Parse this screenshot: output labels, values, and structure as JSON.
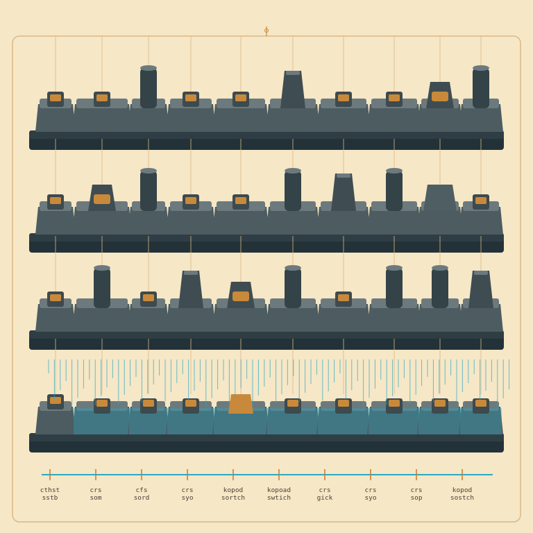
{
  "colors": {
    "background": "#f6e7c6",
    "frame": "#d9b98a",
    "rail": "#c27a35",
    "dark": "#2f3e45",
    "key_top": "#6c7a7d",
    "key_face": "#4d5c60",
    "accent": "#c9893a",
    "water": "#29a9c6"
  },
  "top_marker_icon": "pin-icon",
  "timeline": {
    "labels": [
      {
        "line1": "cthst",
        "line2": "sstb"
      },
      {
        "line1": "crs",
        "line2": "som"
      },
      {
        "line1": "cfs",
        "line2": "sord"
      },
      {
        "line1": "crs",
        "line2": "syo"
      },
      {
        "line1": "kopod",
        "line2": "sortch"
      },
      {
        "line1": "kopoad",
        "line2": "swtich"
      },
      {
        "line1": "crs",
        "line2": "gick"
      },
      {
        "line1": "crs",
        "line2": "syo"
      },
      {
        "line1": "crs",
        "line2": "sop"
      },
      {
        "line1": "kopod",
        "line2": "sostch"
      }
    ]
  }
}
